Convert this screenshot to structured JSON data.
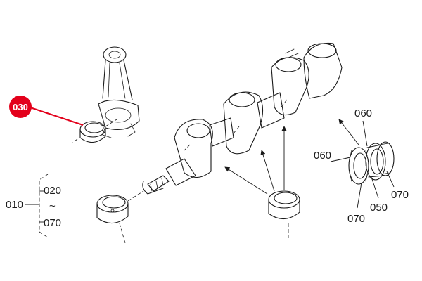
{
  "callout": {
    "label": "030",
    "color": "#e3001b"
  },
  "group_labels": {
    "main": "010",
    "top": "020",
    "bottom": "070",
    "separator": "~"
  },
  "bearing_labels": {
    "thrust_upper_right": "060",
    "thrust_upper_left": "060",
    "thrust_lower_left": "070",
    "thrust_lower_middle": "050",
    "thrust_lower_right": "070"
  },
  "colors": {
    "line": "#1a1a1a",
    "background": "#ffffff"
  }
}
